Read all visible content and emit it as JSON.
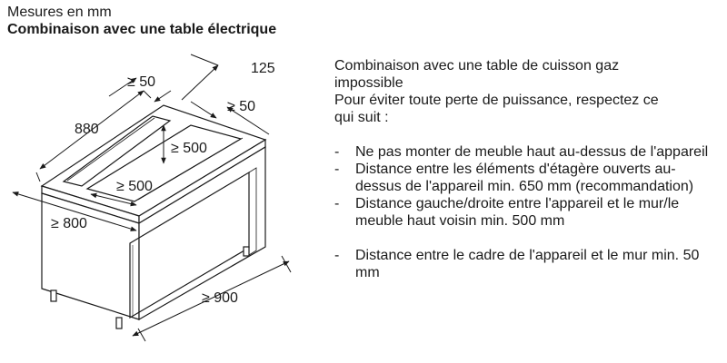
{
  "header": {
    "unit_text": "Mesures en mm",
    "title": "Combinaison avec une table électrique"
  },
  "diagram": {
    "dimensions": {
      "top_gap": "≥ 50",
      "top_right": "125",
      "right_gap": "≥ 50",
      "depth": "880",
      "cutout_depth": "≥ 500",
      "cutout_width": "≥ 500",
      "front_width": "≥ 800",
      "cabinet_depth": "≥ 900"
    }
  },
  "notes": {
    "intro": [
      "Combinaison avec une table de cuisson gaz",
      "impossible",
      "Pour éviter toute perte de puissance, respectez ce",
      "qui suit :"
    ],
    "items": [
      "Ne pas monter de meuble haut au-dessus de l'appareil",
      "Distance entre les éléments d'étagère ouverts au-dessus de l'appareil min. 650 mm (recommandation)",
      "Distance gauche/droite entre l'appareil et le mur/le meuble haut voisin min. 500 mm",
      "Distance entre le cadre de l'appareil et le mur min. 50 mm"
    ]
  }
}
